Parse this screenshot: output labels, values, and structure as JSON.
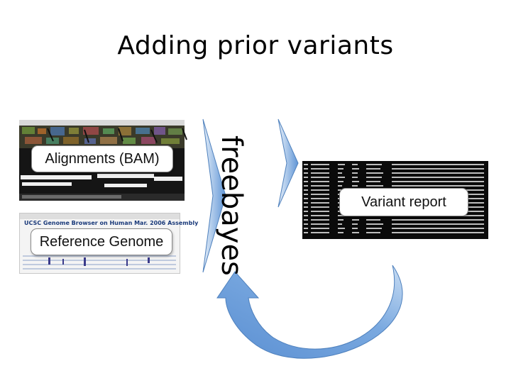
{
  "slide": {
    "title": "Adding prior variants"
  },
  "inputs": {
    "alignments_label": "Alignments (BAM)",
    "reference_label": "Reference Genome",
    "reference_thumb_header": "UCSC Genome Browser on Human Mar. 2006 Assembly"
  },
  "tool": {
    "name": "freebayes"
  },
  "output": {
    "label": "Variant report"
  },
  "colors": {
    "arrow_fill_light": "#c7ddf3",
    "arrow_fill_dark": "#5f95d6",
    "arrow_stroke": "#4f81bd",
    "terminal_text": "#cfcfcf"
  }
}
